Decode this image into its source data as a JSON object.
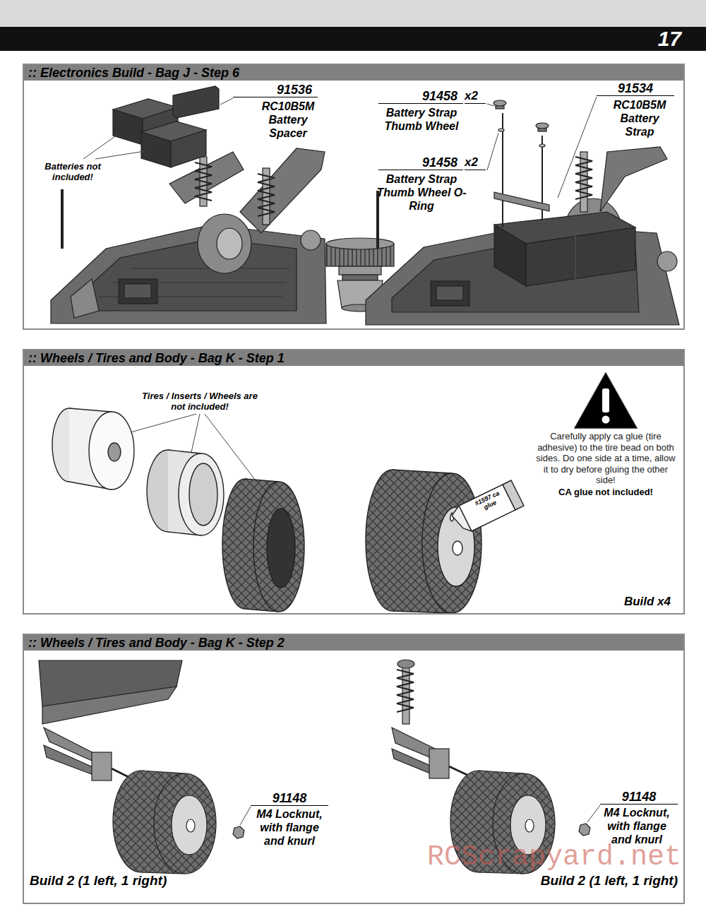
{
  "diagram": {
    "nodes": [
      {
        "text": [
          ":: Electronics Build - Bag J - Step 6"
        ]
      },
      {
        "text": [
          ":: Wheels / Tires and Body - Bag K - Step 1"
        ]
      },
      {
        "text": [
          ":: Wheels / Tires and Body - Bag K - Step 2"
        ]
      }
    ],
    "labels": [
      "17",
      "91536",
      "RC10B5M Battery Spacer",
      "Batteries not included!",
      "91458",
      "x2",
      "Battery Strap Thumb Wheel",
      "91458",
      "x2",
      "Battery Strap Thumb Wheel O-Ring",
      "91534",
      "RC10B5M Battery Strap",
      "Tires / Inserts / Wheels are not included!",
      "Carefully apply ca glue (tire adhesive) to the tire bead on both sides. Do one side at a time, allow it to dry before gluing the other side!",
      "CA glue not included!",
      "#1597 ca glue",
      "Build x4",
      "91148",
      "M4 Locknut, with flange and knurl",
      "91148",
      "M4 Locknut, with flange and knurl",
      "Build 2 (1 left, 1 right)",
      "Build 2 (1 left, 1 right)",
      "RCScrapyard.net"
    ]
  }
}
